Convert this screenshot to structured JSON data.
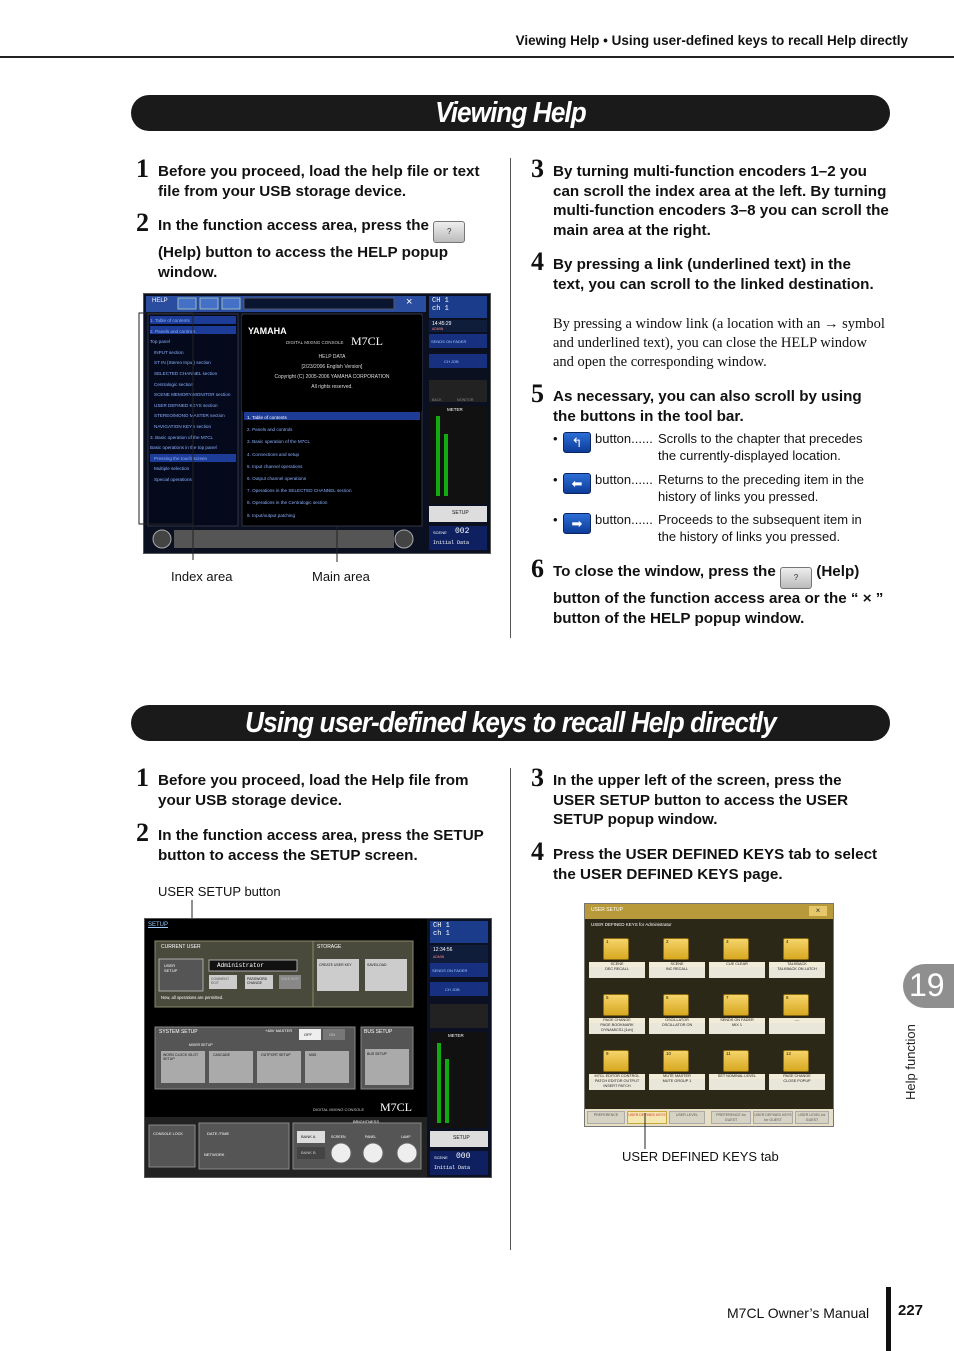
{
  "header": {
    "title": "Viewing Help  •  Using user-defined keys to recall Help directly"
  },
  "section1": {
    "title": "Viewing Help",
    "steps": [
      {
        "num": "1",
        "text": "Before you proceed, load the help file or text file from your USB storage device."
      },
      {
        "num": "2",
        "text_before": "In the function access area, press the",
        "text_after": "(Help) button to access the HELP popup window."
      },
      {
        "num": "3",
        "text": "By turning multi-function encoders 1–2 you can scroll the index area at the left. By turning multi-function encoders 3–8 you can scroll the main area at the right."
      },
      {
        "num": "4",
        "text": "By pressing a link (underlined text) in the text, you can scroll to the linked destination.",
        "body": "By pressing a window link (a location with an → symbol and underlined text), you can close the HELP window and open the corresponding window."
      },
      {
        "num": "5",
        "text": "As necessary, you can also scroll by using the buttons in the tool bar."
      },
      {
        "num": "6",
        "text_before": "To close the window, press the",
        "text_after": "(Help) button of the function access area or the “ × ” button of the HELP popup window."
      }
    ],
    "bullets": [
      {
        "label": "button......",
        "desc": "Scrolls to the chapter that precedes the currently-displayed location."
      },
      {
        "label": "button......",
        "desc": "Returns to the preceding item in the history of links you pressed."
      },
      {
        "label": "button......",
        "desc": "Proceeds to the subsequent item in the history of links you pressed."
      }
    ],
    "help_button_label": "?",
    "captions": {
      "index": "Index area",
      "main": "Main area"
    }
  },
  "help_screen": {
    "title": "HELP",
    "close": "×",
    "index_items": [
      "1. Table of contents",
      "2. Panels and controls",
      "Top panel",
      "INPUT section",
      "ST IN (Stereo Input) section",
      "SELECTED CHANNEL section",
      "Centralogic section",
      "SCENE MEMORY/MONITOR section",
      "USER DEFINED KEYS section",
      "STEREO/MONO MASTER section",
      "NAVIGATION KEYS section",
      "3. Basic operation of the M7CL",
      "Basic operations in the top panel",
      "Pressing the touch screen",
      "Multiple selection",
      "Special operations"
    ],
    "logo": "YAMAHA",
    "console_label": "DIGITAL MIXING CONSOLE",
    "model": "M7CL",
    "help_data": "HELP DATA",
    "version": "[2/23/2006 English Version]",
    "copyright": "Copyright (C) 2005-2006 YAMAHA CORPORATION",
    "rights": "All rights reserved.",
    "contents": [
      "1. Table of contents",
      "2. Panels and controls",
      "3. Basic operation of the M7CL",
      "4. Connections and setup",
      "5. Input channel operations",
      "6. Output channel operations",
      "7. Operations in the SELECTED CHANNEL section",
      "8. Operations in the Centralogic section",
      "9. Input/output patching"
    ],
    "ch1": "CH 1",
    "ch1b": "ch 1",
    "time": "14:45:29",
    "user_badge": "ADMIN",
    "sends_on_fader": "SENDS ON FADER",
    "ch_job": "CH JOB",
    "back": "BACK",
    "monitor": "MONITOR",
    "meter": "METER",
    "setup": "SETUP",
    "scene": "SCENE",
    "scene_num": "002",
    "scene_name": "Initial Data"
  },
  "section2": {
    "title": "Using user-defined keys to recall Help directly",
    "steps": [
      {
        "num": "1",
        "text": "Before you proceed, load the Help file from your USB storage device."
      },
      {
        "num": "2",
        "text": "In the function access area, press the SETUP button to access the SETUP screen."
      },
      {
        "num": "3",
        "text": "In the upper left of the screen, press the USER SETUP button to access the USER SETUP popup window."
      },
      {
        "num": "4",
        "text": "Press the USER DEFINED KEYS tab to select the USER DEFINED KEYS page."
      }
    ],
    "captions": {
      "user_setup_button": "USER SETUP button",
      "udk_tab": "USER DEFINED KEYS tab"
    }
  },
  "setup_screen": {
    "title": "SETUP",
    "current_user": "CURRENT USER",
    "user_setup": "USER SETUP",
    "user_name": "Administrator",
    "comment_edit": "COMMENT EDIT",
    "password_change": "PASSWORD CHANGE",
    "save_edit": "SAVE EDIT",
    "permitted": "Now, all operations are permitted.",
    "storage": "STORAGE",
    "create_user_key": "CREATE USER KEY",
    "save_load": "SAVE/LOAD",
    "system_setup": "SYSTEM SETUP",
    "master_48v": "+48V MASTER",
    "off": "OFF",
    "on": "ON",
    "mixer_setup": "MIXER SETUP",
    "word_clock": "WORD CLOCK /SLOT SETUP",
    "cascade": "CASCADE",
    "outport_setup": "OUTPORT SETUP",
    "midi": "MIDI",
    "bus_setup": "BUS SETUP",
    "console_label": "DIGITAL MIXING CONSOLE",
    "model": "M7CL",
    "console_lock": "CONSOLE LOCK",
    "date_time": "DATE /TIME",
    "network": "NETWORK",
    "brightness": "BRIGHTNESS",
    "bank_a": "BANK A",
    "bank_b": "BANK B",
    "screen": "SCREEN",
    "panel": "PANEL",
    "lamp": "LAMP",
    "ch1": "CH 1",
    "ch1b": "ch 1",
    "time": "12:34:56",
    "user_badge": "ADMIN",
    "sends_on_fader": "SENDS ON FADER",
    "ch_job": "CH JOB",
    "meter": "METER",
    "setup": "SETUP",
    "scene": "SCENE",
    "scene_num": "000",
    "scene_name": "Initial Data"
  },
  "udk_screen": {
    "title": "USER SETUP",
    "close": "×",
    "subtitle": "USER DEFINED KEYS for Administrator",
    "keys": [
      {
        "n": "1",
        "l1": "SCENE",
        "l2": "DEC RECALL"
      },
      {
        "n": "2",
        "l1": "SCENE",
        "l2": "INC RECALL"
      },
      {
        "n": "3",
        "l1": "CUE CLEAR",
        "l2": ""
      },
      {
        "n": "4",
        "l1": "TALKBACK",
        "l2": "TALKBACK ON LATCH"
      },
      {
        "n": "5",
        "l1": "PAGE CHANGE",
        "l2": "PAGE BOOKMARK DYNAMICS1 [1ch]"
      },
      {
        "n": "6",
        "l1": "OSCILLATOR",
        "l2": "OSCILLATOR ON"
      },
      {
        "n": "7",
        "l1": "SENDS ON FADER",
        "l2": "MIX 1"
      },
      {
        "n": "8",
        "l1": "----",
        "l2": ""
      },
      {
        "n": "9",
        "l1": "M7CL EDITOR CONTROL",
        "l2": "PATCH EDITOR OUTPUT INSERT PATCH"
      },
      {
        "n": "10",
        "l1": "MUTE MASTER",
        "l2": "MUTE GROUP 1"
      },
      {
        "n": "11",
        "l1": "SET NOMINAL LEVEL",
        "l2": ""
      },
      {
        "n": "12",
        "l1": "PAGE CHANGE",
        "l2": "CLOSE POPUP"
      }
    ],
    "tabs": [
      "PREFERENCE",
      "USER DEFINED KEYS",
      "USER LEVEL",
      "PREFERENCE for GUEST",
      "USER DEFINED KEYS for GUEST",
      "USER LEVEL for GUEST"
    ]
  },
  "side_tab": {
    "chapter": "19",
    "label": "Help function"
  },
  "footer": {
    "manual": "M7CL  Owner’s Manual",
    "page": "227"
  }
}
